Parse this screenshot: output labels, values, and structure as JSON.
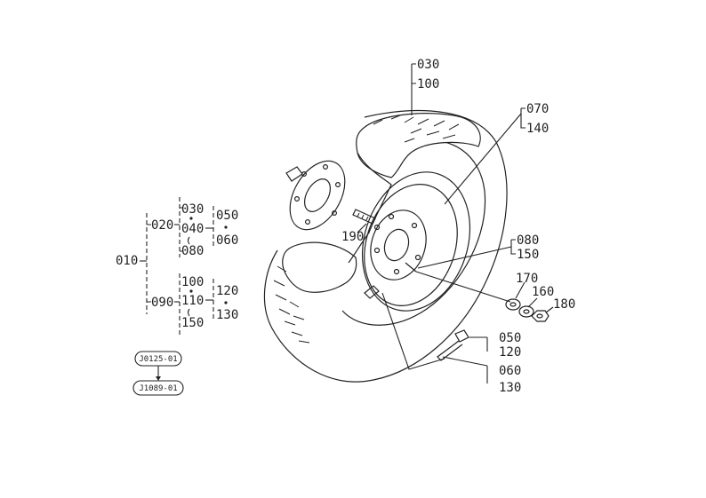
{
  "labels": {
    "l_010": "010",
    "l_020": "020",
    "l_030a": "030",
    "l_040": "040",
    "l_080a": "080",
    "l_050a": "050",
    "l_060a": "060",
    "l_090": "090",
    "l_100a": "100",
    "l_110": "110",
    "l_150a": "150",
    "l_120a": "120",
    "l_130a": "130",
    "l_030b": "030",
    "l_100b": "100",
    "l_070": "070",
    "l_140": "140",
    "l_080b": "080",
    "l_150b": "150",
    "l_190": "190",
    "l_170": "170",
    "l_160": "160",
    "l_180": "180",
    "l_050b": "050",
    "l_120b": "120",
    "l_060b": "060",
    "l_130b": "130"
  },
  "refs": {
    "ref_top": "J0125-01",
    "ref_bottom": "J1089-01"
  }
}
